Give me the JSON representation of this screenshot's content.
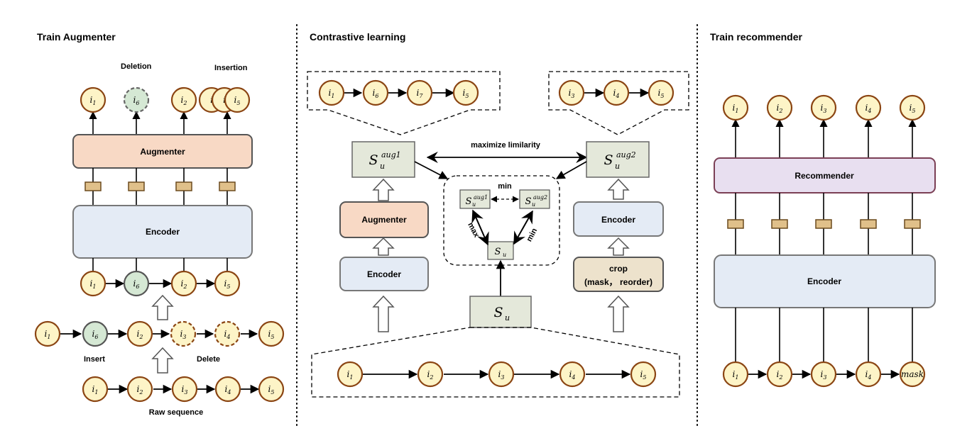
{
  "sections": {
    "left_title": "Train Augmenter",
    "mid_title": "Contrastive learning",
    "right_title": "Train recommender"
  },
  "left": {
    "deletion_label": "Deletion",
    "insertion_label": "Insertion",
    "augmenter_label": "Augmenter",
    "encoder_label": "Encoder",
    "insert_label": "Insert",
    "delete_label": "Delete",
    "raw_label": "Raw sequence",
    "top_items": [
      "i1",
      "i6",
      "i2",
      "i",
      "i",
      "i5"
    ],
    "mid_items": [
      "i1",
      "i6",
      "i2",
      "i5"
    ],
    "edit_items": [
      "i1",
      "i6",
      "i2",
      "i3",
      "i4",
      "i5"
    ],
    "raw_items": [
      "i1",
      "i2",
      "i3",
      "i4",
      "i5"
    ]
  },
  "middle": {
    "maximize_label": "maximize limilarity",
    "min_label_top": "min",
    "max_label": "max",
    "min_label_side": "min",
    "augmenter_label": "Augmenter",
    "encoder_left_label": "Encoder",
    "encoder_right_label": "Encoder",
    "crop_label_1": "crop",
    "crop_label_2": "(mask， reorder)",
    "s_label": "S",
    "s_sub": "u",
    "aug1_sup": "aug1",
    "aug2_sup": "aug2",
    "top_left_items": [
      "i1",
      "i6",
      "i7",
      "i5"
    ],
    "top_right_items": [
      "i3",
      "i4",
      "i5"
    ],
    "bottom_items": [
      "i1",
      "i2",
      "i3",
      "i4",
      "i5"
    ]
  },
  "right": {
    "recommender_label": "Recommender",
    "encoder_label": "Encoder",
    "top_items": [
      "i1",
      "i2",
      "i3",
      "i4",
      "i5"
    ],
    "bottom_items": [
      "i1",
      "i2",
      "i3",
      "i4",
      "mask"
    ]
  },
  "colors": {
    "node_fill": "#fdf4c7",
    "node_stroke": "#8b4513",
    "green_fill": "#d5e8d4",
    "augmenter_fill": "#f8d9c5",
    "encoder_fill": "#e4ebf5",
    "recommender_fill": "#e8dff0",
    "recommender_stroke": "#7b3f55",
    "crop_fill": "#ede2cc",
    "sbox_fill": "#e4e8da",
    "connector_fill": "#e0c08a"
  }
}
